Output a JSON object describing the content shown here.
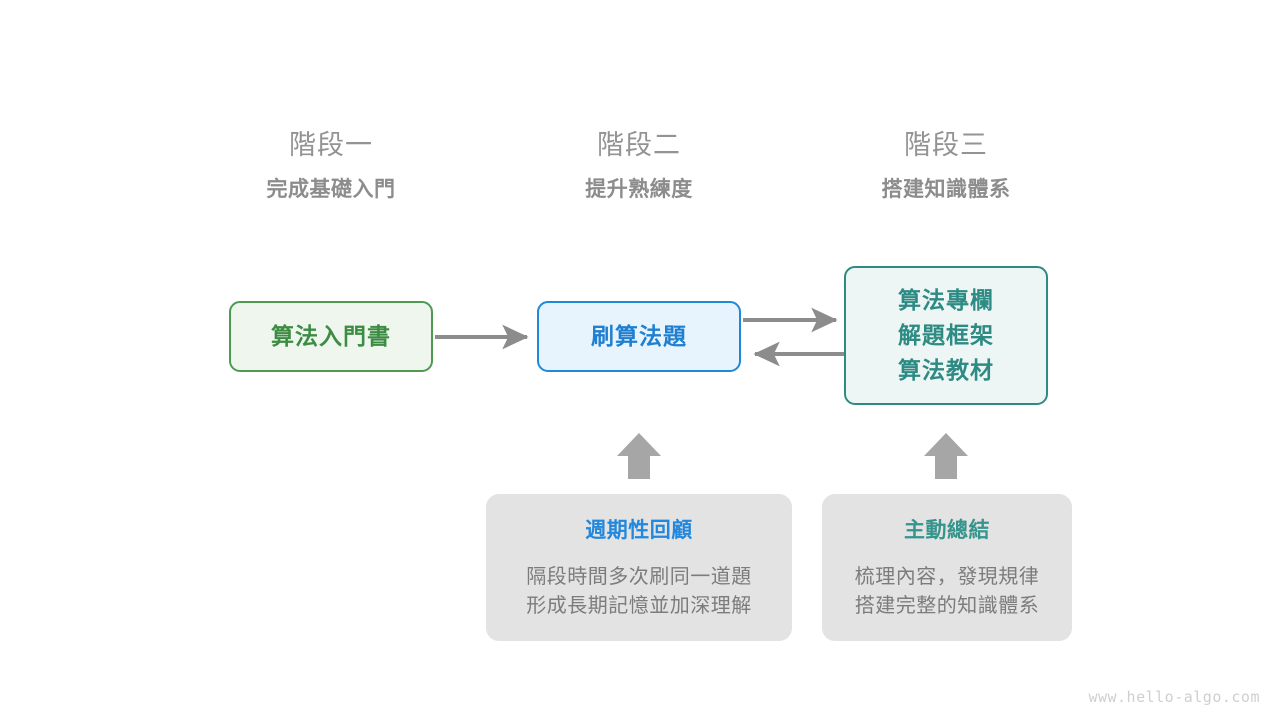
{
  "page": {
    "watermark": "www.hello-algo.com",
    "background": "#ffffff"
  },
  "colors": {
    "stage_title": "#939393",
    "stage_subtitle": "#8c8c8c",
    "green": "#3d8c43",
    "green_border": "#4f9a52",
    "green_fill": "#eef6ee",
    "blue": "#1f7fd0",
    "blue_border": "#1f88d9",
    "blue_fill": "#e8f4fd",
    "teal": "#2e8b84",
    "teal_fill": "#edf6f4",
    "note_fill": "#e3e3e3",
    "note_body": "#7c7c7c",
    "arrow_gray": "#8c8c8c",
    "block_arrow_gray": "#a6a6a6",
    "watermark": "#cfcfcf"
  },
  "stages": [
    {
      "title": "階段一",
      "subtitle": "完成基礎入門"
    },
    {
      "title": "階段二",
      "subtitle": "提升熟練度"
    },
    {
      "title": "階段三",
      "subtitle": "搭建知識體系"
    }
  ],
  "flow_boxes": [
    {
      "id": "box-intro",
      "lines": [
        "算法入門書"
      ],
      "color": "#3d8c43",
      "border": "#4f9a52",
      "fill": "#eef6ee"
    },
    {
      "id": "box-practice",
      "lines": [
        "刷算法題"
      ],
      "color": "#1f7fd0",
      "border": "#1f88d9",
      "fill": "#e8f4fd"
    },
    {
      "id": "box-system",
      "lines": [
        "算法專欄",
        "解題框架",
        "算法教材"
      ],
      "color": "#2e8b84",
      "border": "#2e8b84",
      "fill": "#edf6f4"
    }
  ],
  "notes": [
    {
      "id": "note-review",
      "title": "週期性回顧",
      "title_color": "#2288dd",
      "body_lines": [
        "隔段時間多次刷同一道題",
        "形成長期記憶並加深理解"
      ]
    },
    {
      "id": "note-summary",
      "title": "主動總結",
      "title_color": "#35948c",
      "body_lines": [
        "梳理內容，發現規律",
        "搭建完整的知識體系"
      ]
    }
  ],
  "connectors": [
    {
      "name": "intro-to-practice",
      "direction": "right",
      "icon": "arrow-right-icon"
    },
    {
      "name": "practice-to-system",
      "direction": "right",
      "icon": "arrow-right-icon"
    },
    {
      "name": "system-to-practice",
      "direction": "left",
      "icon": "arrow-left-icon"
    },
    {
      "name": "review-to-practice",
      "direction": "up",
      "icon": "block-arrow-up-icon"
    },
    {
      "name": "summary-to-system",
      "direction": "up",
      "icon": "block-arrow-up-icon"
    }
  ]
}
